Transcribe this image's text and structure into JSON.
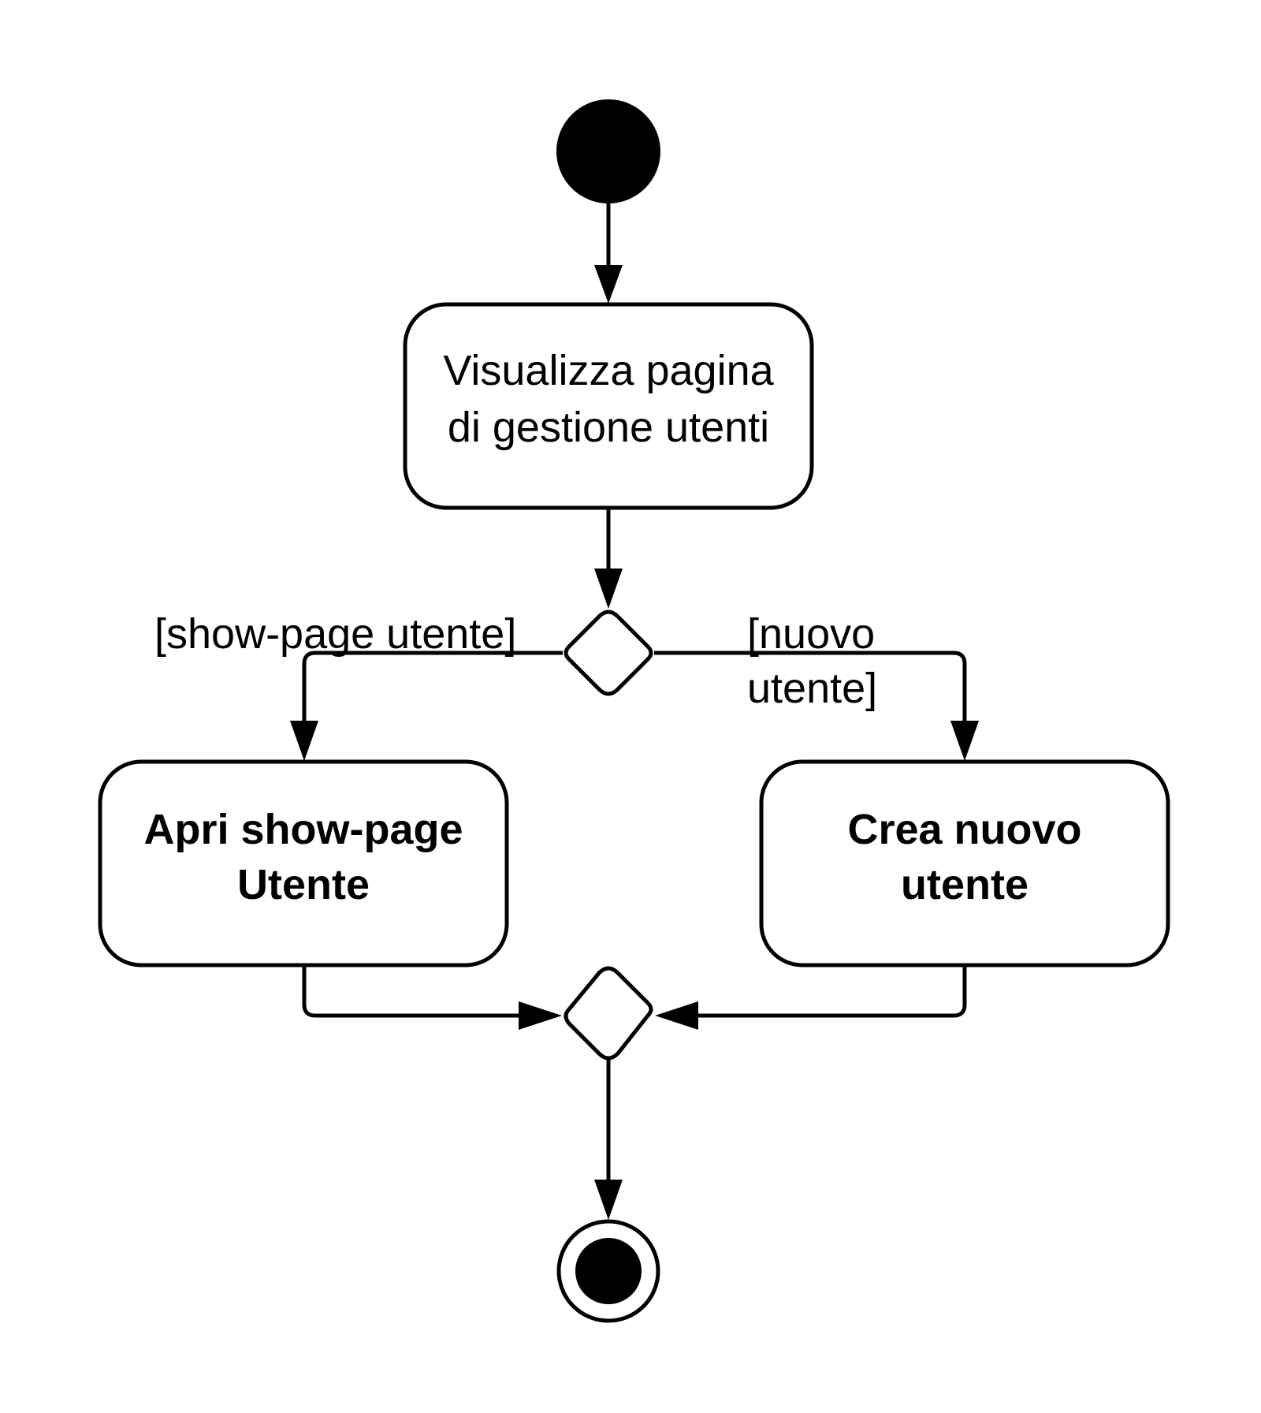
{
  "diagram": {
    "nodes": {
      "visualizza": {
        "line1": "Visualizza pagina",
        "line2": "di gestione utenti"
      },
      "apri": {
        "line1": "Apri show-page",
        "line2": "Utente"
      },
      "crea": {
        "line1": "Crea nuovo",
        "line2": "utente"
      }
    },
    "guards": {
      "left": "[show-page utente]",
      "right_line1": "[nuovo",
      "right_line2": "utente]"
    },
    "colors": {
      "stroke": "#000000",
      "fill": "#ffffff"
    }
  }
}
